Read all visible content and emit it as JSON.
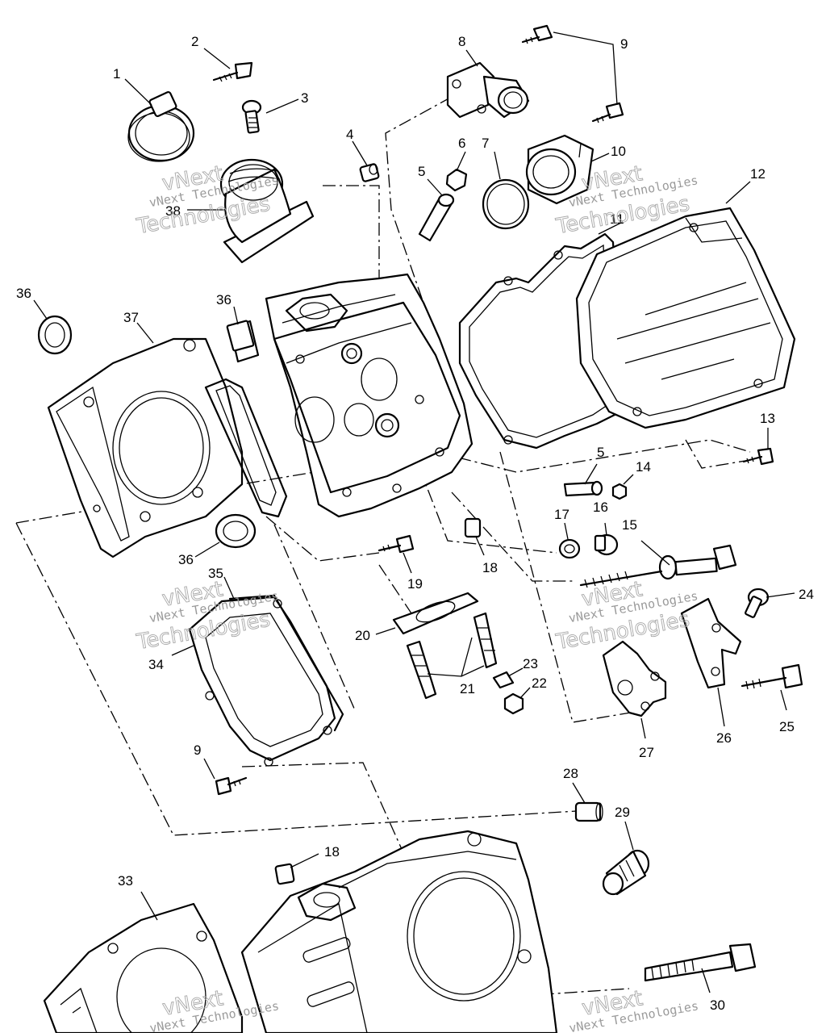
{
  "callouts": [
    {
      "id": "1",
      "label": "1"
    },
    {
      "id": "2",
      "label": "2"
    },
    {
      "id": "3",
      "label": "3"
    },
    {
      "id": "4",
      "label": "4"
    },
    {
      "id": "5a",
      "label": "5"
    },
    {
      "id": "5b",
      "label": "5"
    },
    {
      "id": "6",
      "label": "6"
    },
    {
      "id": "7",
      "label": "7"
    },
    {
      "id": "8",
      "label": "8"
    },
    {
      "id": "9a",
      "label": "9"
    },
    {
      "id": "9b",
      "label": "9"
    },
    {
      "id": "10",
      "label": "10"
    },
    {
      "id": "11",
      "label": "11"
    },
    {
      "id": "12",
      "label": "12"
    },
    {
      "id": "13",
      "label": "13"
    },
    {
      "id": "14",
      "label": "14"
    },
    {
      "id": "15",
      "label": "15"
    },
    {
      "id": "16",
      "label": "16"
    },
    {
      "id": "17",
      "label": "17"
    },
    {
      "id": "18a",
      "label": "18"
    },
    {
      "id": "18b",
      "label": "18"
    },
    {
      "id": "19",
      "label": "19"
    },
    {
      "id": "20",
      "label": "20"
    },
    {
      "id": "21",
      "label": "21"
    },
    {
      "id": "22",
      "label": "22"
    },
    {
      "id": "23",
      "label": "23"
    },
    {
      "id": "24",
      "label": "24"
    },
    {
      "id": "25",
      "label": "25"
    },
    {
      "id": "26",
      "label": "26"
    },
    {
      "id": "27",
      "label": "27"
    },
    {
      "id": "28",
      "label": "28"
    },
    {
      "id": "29",
      "label": "29"
    },
    {
      "id": "30",
      "label": "30"
    },
    {
      "id": "33",
      "label": "33"
    },
    {
      "id": "34",
      "label": "34"
    },
    {
      "id": "35",
      "label": "35"
    },
    {
      "id": "36a",
      "label": "36"
    },
    {
      "id": "36b",
      "label": "36"
    },
    {
      "id": "36c",
      "label": "36"
    },
    {
      "id": "37",
      "label": "37"
    },
    {
      "id": "38",
      "label": "38"
    }
  ],
  "watermark": {
    "line1": "vNext Technologies",
    "line2": "Technologies",
    "line3": "vNext"
  },
  "colors": {
    "ink": "#000000",
    "paper": "#ffffff",
    "watermark": "#a0a0a0"
  }
}
